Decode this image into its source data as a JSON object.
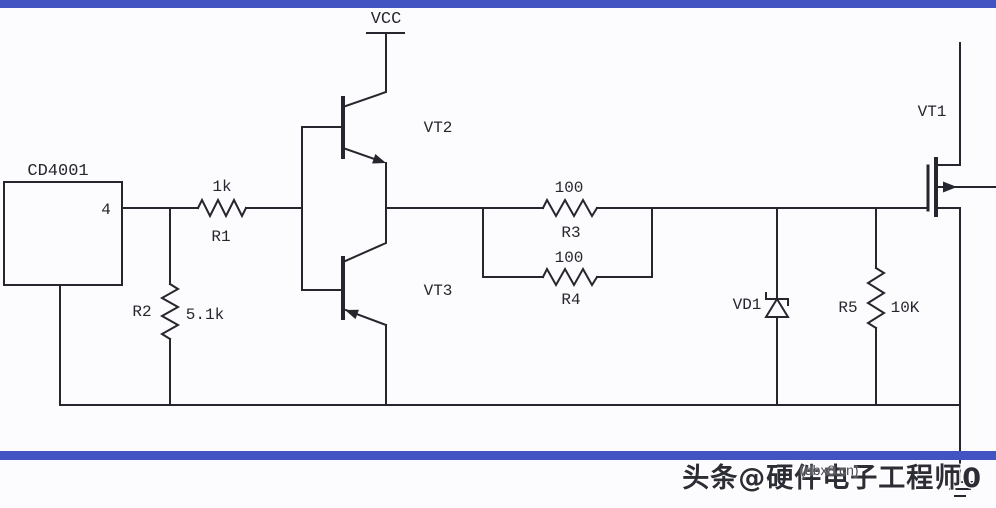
{
  "colors": {
    "accent_blue": "#4154c1",
    "line": "#26262e",
    "background": "#fcfcfe"
  },
  "circuit": {
    "power_label": "VCC",
    "ic": {
      "name": "CD4001",
      "pin": "4"
    },
    "r1": {
      "name": "R1",
      "value": "1k"
    },
    "r2": {
      "name": "R2",
      "value": "5.1k"
    },
    "r3": {
      "name": "R3",
      "value": "100"
    },
    "r4": {
      "name": "R4",
      "value": "100"
    },
    "r5": {
      "name": "R5",
      "value": "10K"
    },
    "vd1": {
      "name": "VD1"
    },
    "vt1": {
      "name": "VT1"
    },
    "vt2": {
      "name": "VT2"
    },
    "vt3": {
      "name": "VT3"
    }
  },
  "watermark": {
    "text": "头条@硬件电子工程师0",
    "overlay": "(dbx8.cn)"
  }
}
